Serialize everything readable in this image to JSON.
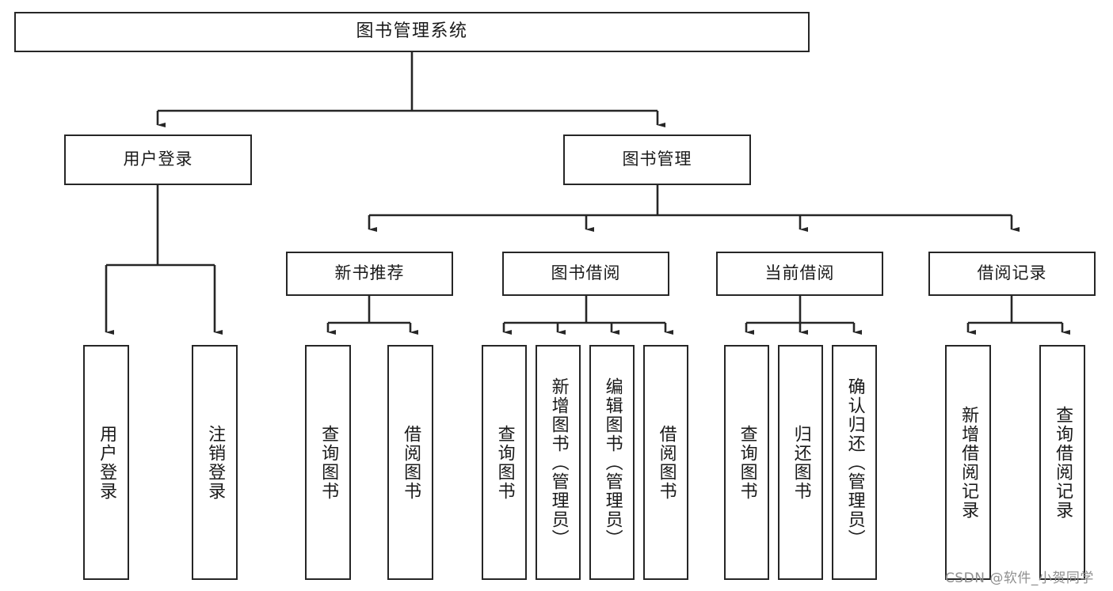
{
  "diagram": {
    "title": "图书管理系统",
    "watermark": "CSDN @软件_小贺同学",
    "stroke_color": "#262626",
    "fill_color": "#ffffff",
    "text_color": "#1a1a1a",
    "watermark_color": "#8f8f8f"
  },
  "nodes": {
    "root": {
      "label": "图书管理系统"
    },
    "level2": [
      {
        "label": "用户登录"
      },
      {
        "label": "图书管理"
      }
    ],
    "level3": [
      {
        "label": "新书推荐"
      },
      {
        "label": "图书借阅"
      },
      {
        "label": "当前借阅"
      },
      {
        "label": "借阅记录"
      }
    ],
    "leaves": {
      "user_login": [
        {
          "label": "用户登录"
        },
        {
          "label": "注销登录"
        }
      ],
      "new_book": [
        {
          "label": "查询图书"
        },
        {
          "label": "借阅图书"
        }
      ],
      "book_borrow": [
        {
          "label": "查询图书"
        },
        {
          "label": "新增图书（管理员）"
        },
        {
          "label": "编辑图书（管理员）"
        },
        {
          "label": "借阅图书"
        }
      ],
      "current_borrow": [
        {
          "label": "查询图书"
        },
        {
          "label": "归还图书"
        },
        {
          "label": "确认归还（管理员）"
        }
      ],
      "borrow_record": [
        {
          "label": "新增借阅记录"
        },
        {
          "label": "查询借阅记录"
        }
      ]
    }
  }
}
